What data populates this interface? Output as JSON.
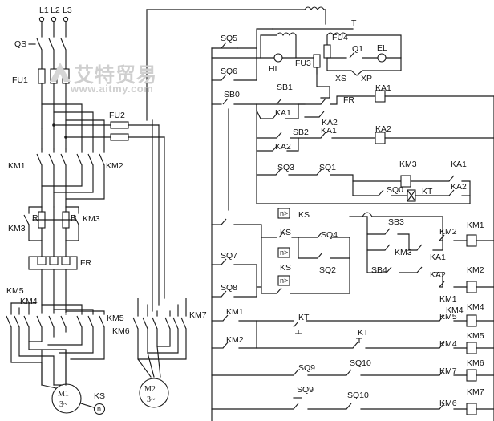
{
  "watermark": {
    "cn": "艾特贸易",
    "url": "www.aitmy.com",
    "colors": {
      "text": "#cfcfcf"
    }
  },
  "labels": {
    "L1": "L1",
    "L2": "L2",
    "L3": "L3",
    "QS": "QS",
    "FU1": "FU1",
    "FU2": "FU2",
    "FU3": "FU3",
    "FU4": "FU4",
    "KM1": "KM1",
    "KM2": "KM2",
    "KM3": "KM3",
    "KM4": "KM4",
    "KM5": "KM5",
    "KM6": "KM6",
    "KM7": "KM7",
    "FR": "FR",
    "R": "R",
    "T": "T",
    "HL": "HL",
    "Q1": "Q1",
    "EL": "EL",
    "XS": "XS",
    "XP": "XP",
    "SQ0": "SQ0",
    "SQ1": "SQ1",
    "SQ2": "SQ2",
    "SQ3": "SQ3",
    "SQ4": "SQ4",
    "SQ5": "SQ5",
    "SQ6": "SQ6",
    "SQ7": "SQ7",
    "SQ8": "SQ8",
    "SQ9": "SQ9",
    "SQ10": "SQ10",
    "SB0": "SB0",
    "SB1": "SB1",
    "SB2": "SB2",
    "SB3": "SB3",
    "SB4": "SB4",
    "KA1": "KA1",
    "KA2": "KA2",
    "KS": "KS",
    "KT": "KT",
    "speed": "n>",
    "n": "n",
    "M1": "M1",
    "M2": "M2",
    "phase": "3~"
  }
}
